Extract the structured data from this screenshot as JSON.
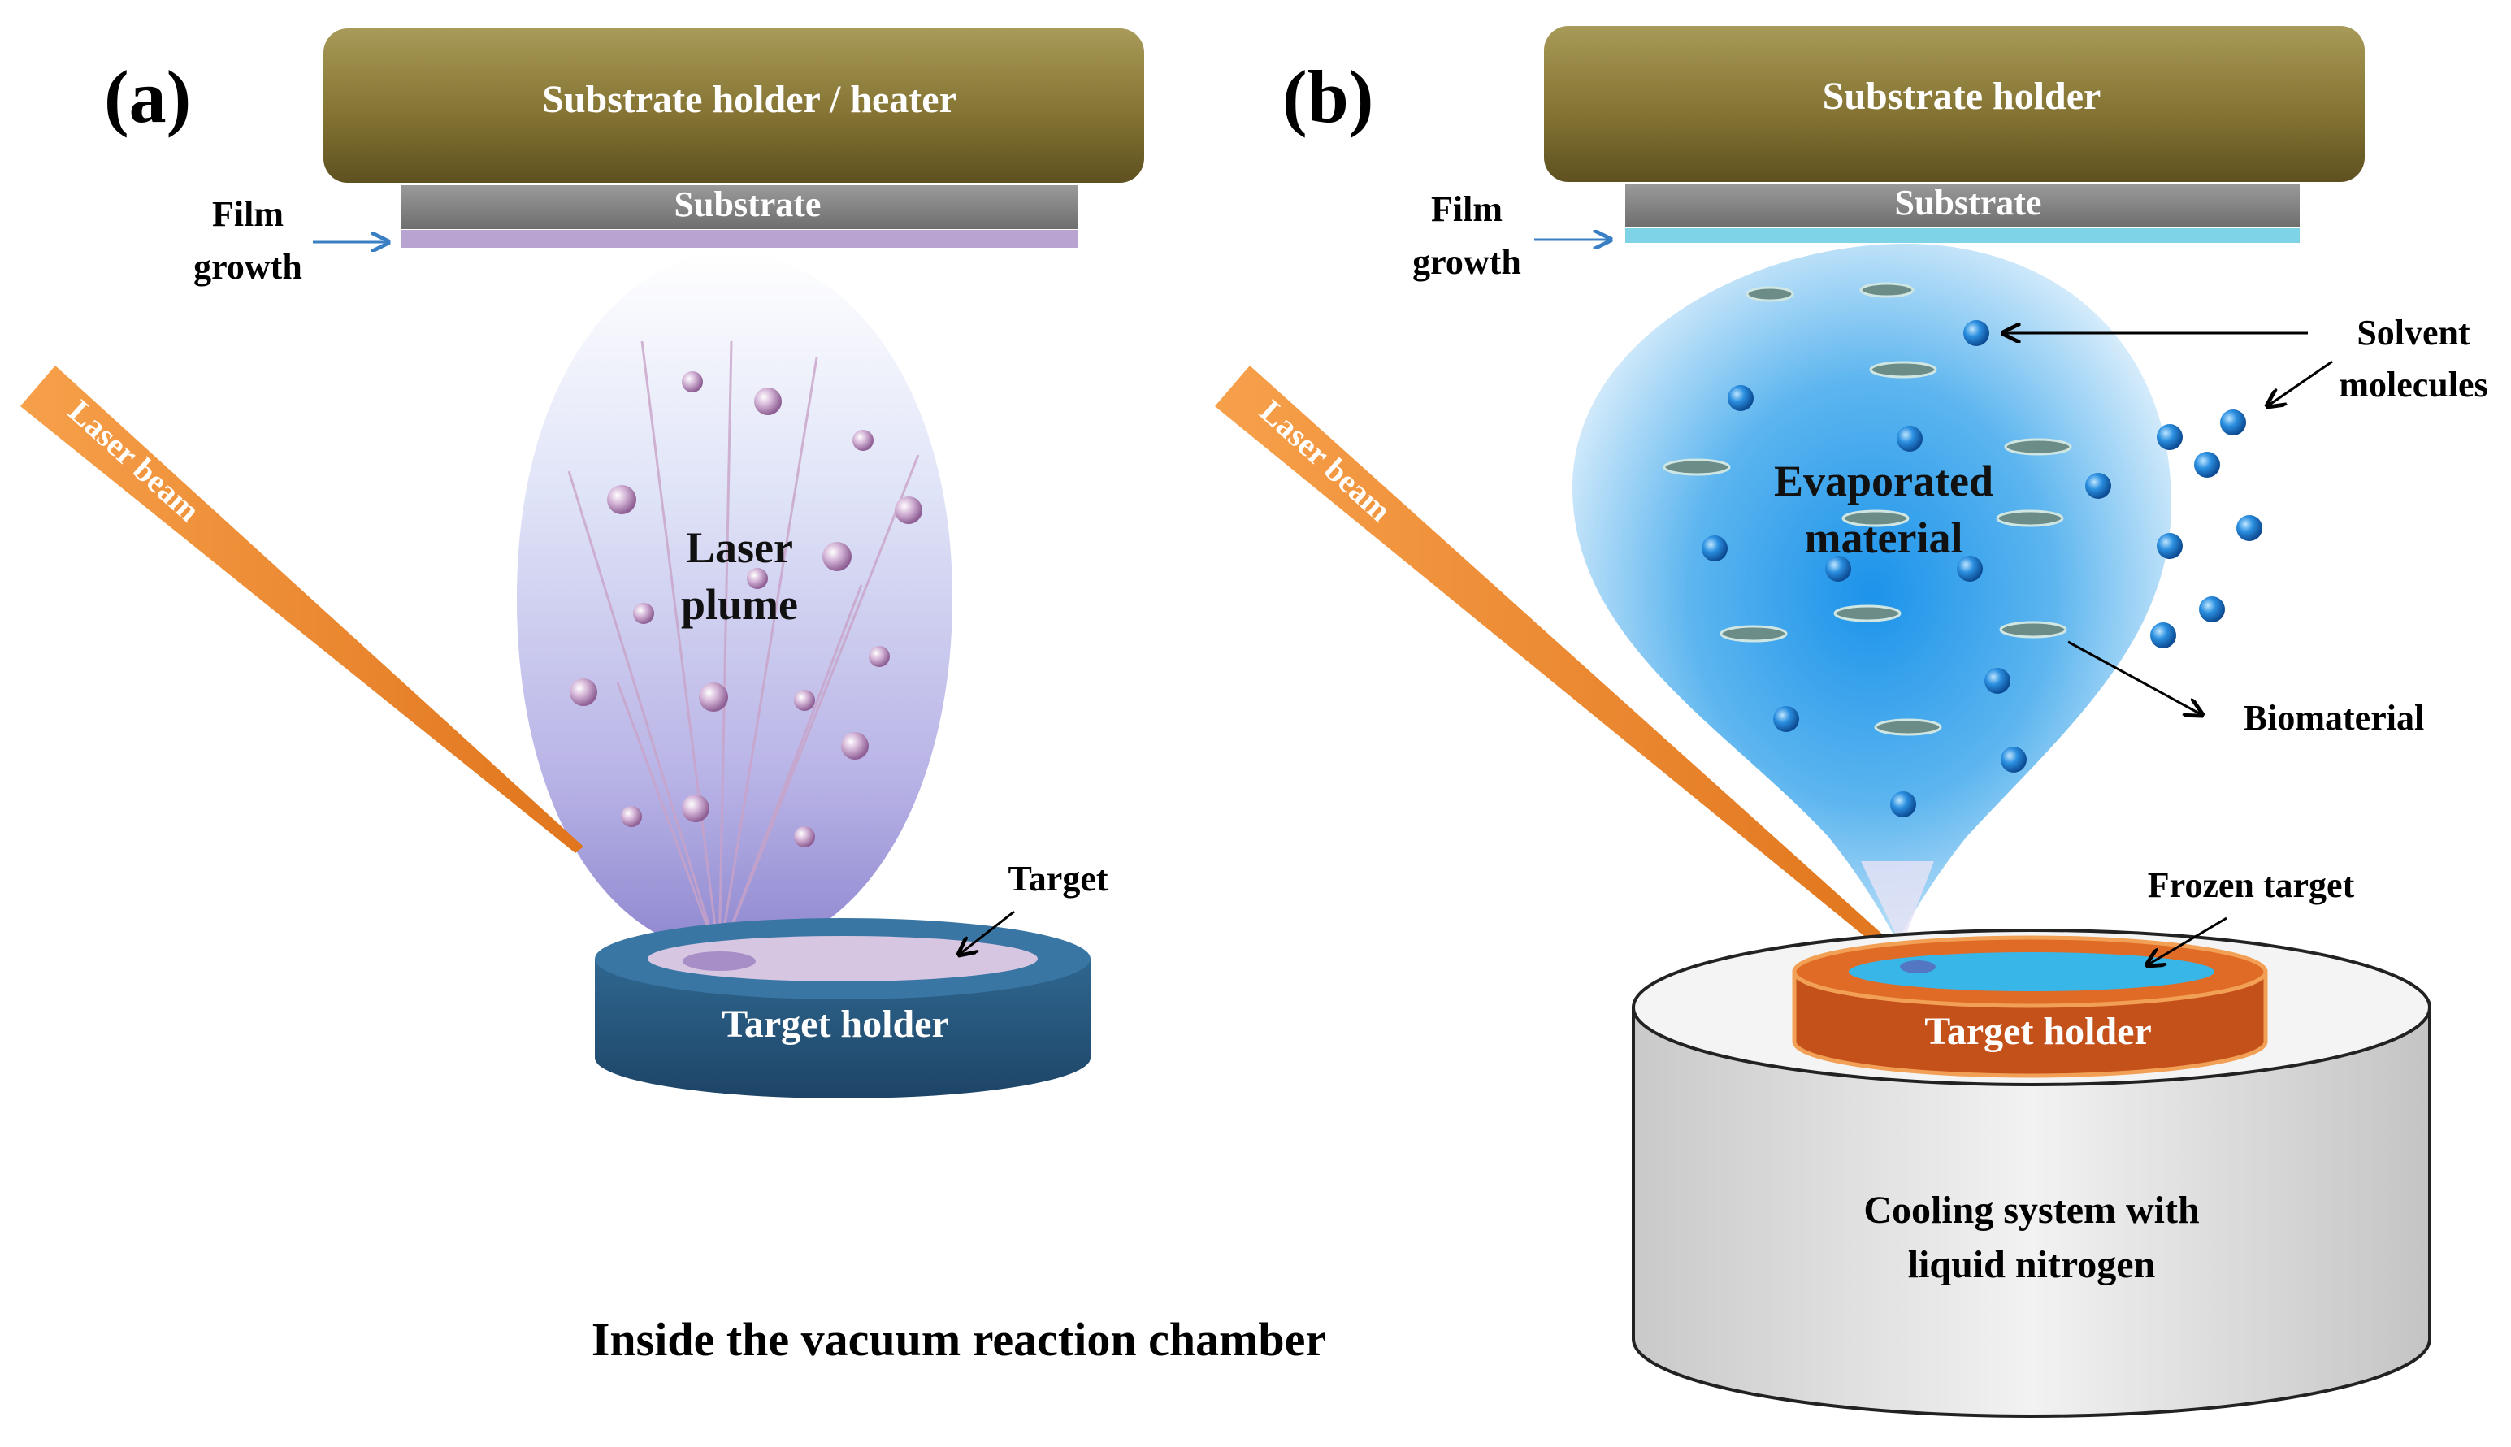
{
  "panel_a": {
    "label": "(a)",
    "substrate_holder": "Substrate holder / heater",
    "substrate": "Substrate",
    "film_growth_line1": "Film",
    "film_growth_line2": "growth",
    "laser_beam": "Laser beam",
    "plume_line1": "Laser",
    "plume_line2": "plume",
    "target": "Target",
    "target_holder": "Target holder"
  },
  "panel_b": {
    "label": "(b)",
    "substrate_holder": "Substrate holder",
    "substrate": "Substrate",
    "film_growth_line1": "Film",
    "film_growth_line2": "growth",
    "laser_beam": "Laser beam",
    "evaporated_line1": "Evaporated",
    "evaporated_line2": "material",
    "solvent_line1": "Solvent",
    "solvent_line2": "molecules",
    "biomaterial": "Biomaterial",
    "frozen_target": "Frozen  target",
    "target_holder": "Target holder",
    "cooling_line1": "Cooling system with",
    "cooling_line2": "liquid  nitrogen"
  },
  "caption": "Inside  the  vacuum  reaction  chamber",
  "colors": {
    "holder_olive": "#8a7a3c",
    "substrate_gray": "#7f7f7f",
    "film_purple": "#b9a3d1",
    "laser_orange": "#f28a2e",
    "plume_lavender": "#c9c2ee",
    "target_holder_blue": "#2e5f86",
    "evaporated_blue": "#3aa6e8",
    "solvent_molecule": "#2a86d6",
    "target_holder_orange": "#c8511a",
    "cooling_gray": "#d9d9d9"
  }
}
